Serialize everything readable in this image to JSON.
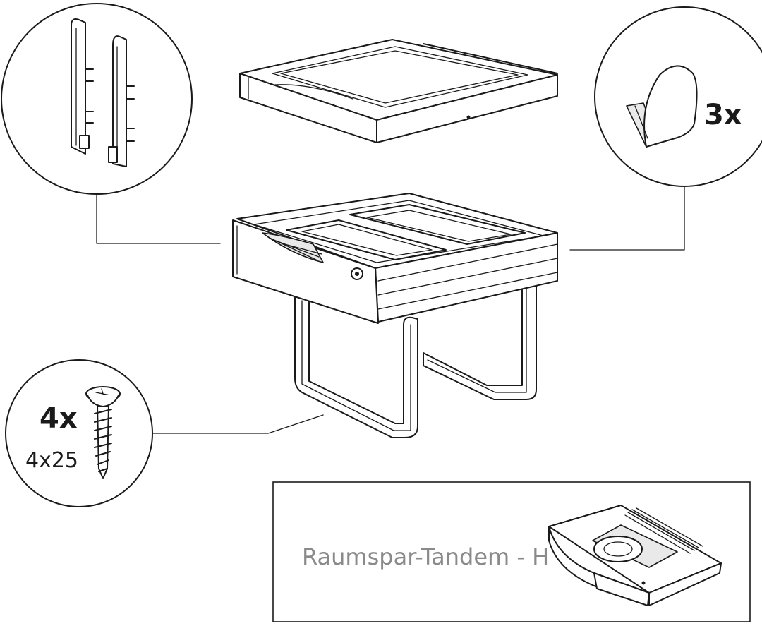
{
  "callouts": {
    "clips": {
      "quantity": "3x"
    },
    "screws": {
      "quantity": "4x",
      "size": "4x25"
    }
  },
  "product_box": {
    "label": "Raumspar-Tandem - H"
  }
}
